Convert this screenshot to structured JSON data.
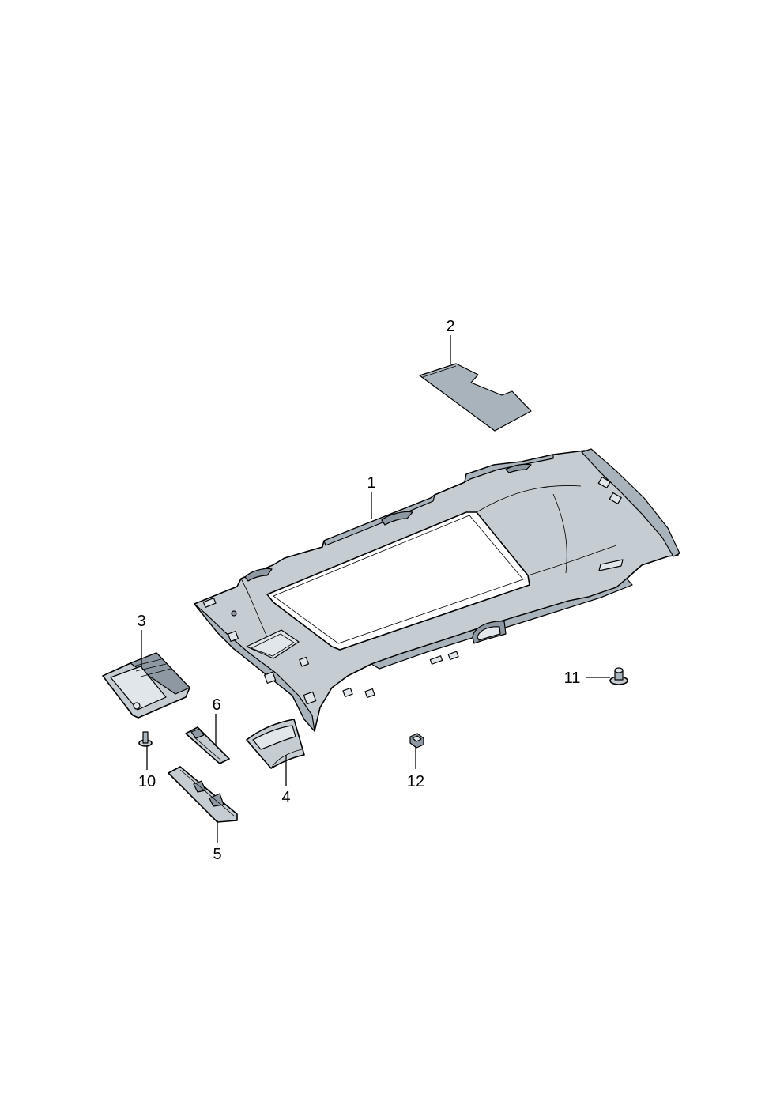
{
  "diagram": {
    "colors": {
      "part_fill": "#c5cdd3",
      "part_shade": "#a9b3bb",
      "part_dark": "#8d98a2",
      "part_light": "#e1e6ea"
    },
    "callouts": {
      "c1": "1",
      "c2": "2",
      "c3": "3",
      "c4": "4",
      "c5": "5",
      "c6": "6",
      "c10": "10",
      "c11": "11",
      "c12": "12"
    }
  }
}
